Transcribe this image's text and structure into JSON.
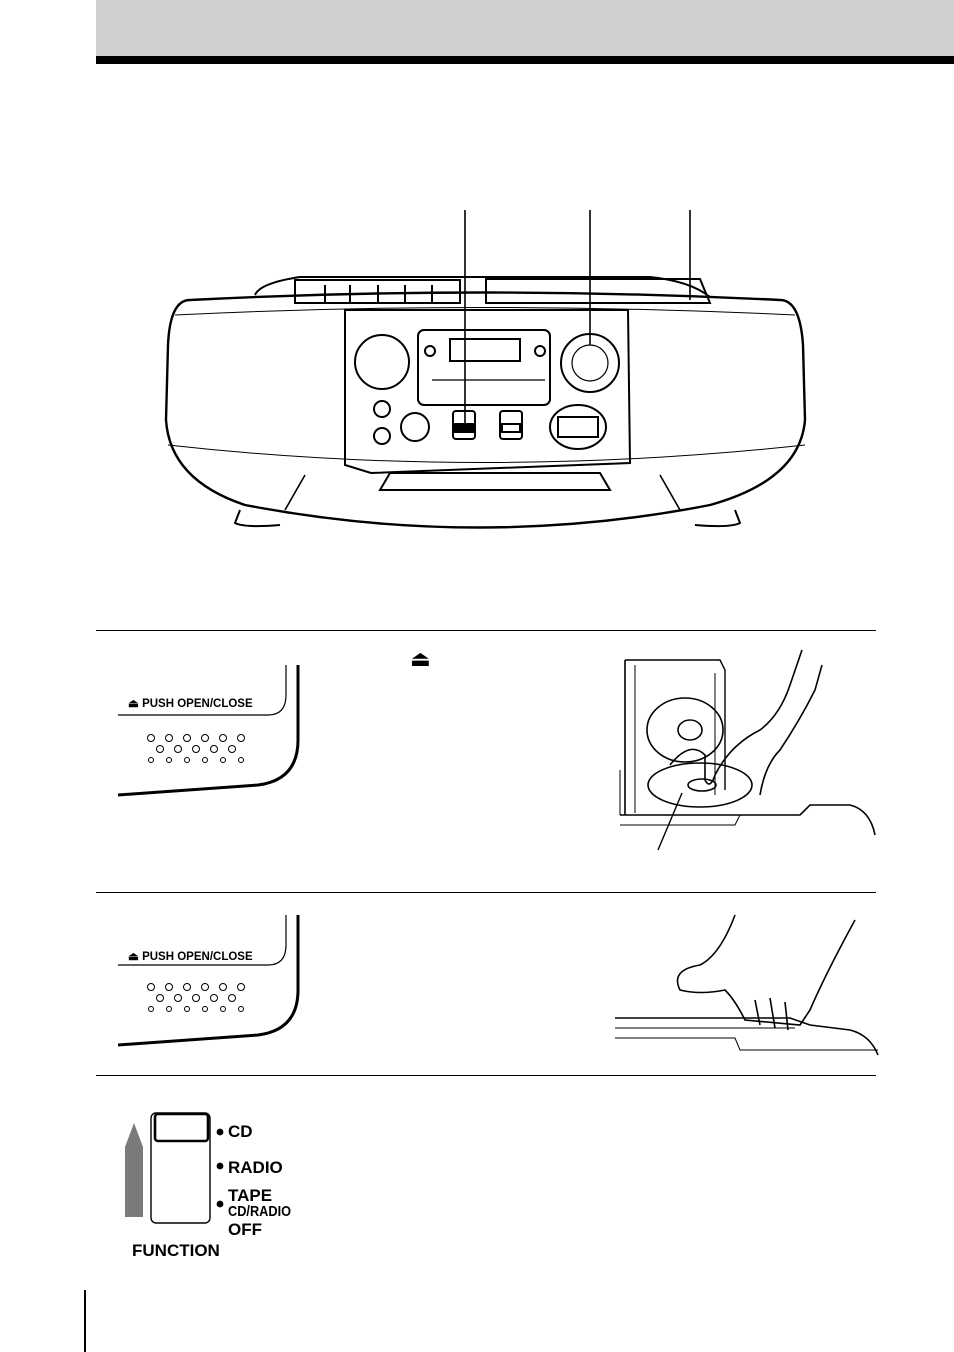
{
  "panel_label": {
    "eject_glyph": "⏏",
    "text": "PUSH OPEN/CLOSE"
  },
  "function_switch": {
    "title": "FUNCTION",
    "positions": [
      "CD",
      "RADIO",
      "TAPE"
    ],
    "off_line1": "CD/RADIO",
    "off_line2": "OFF"
  },
  "step1": {
    "eject_symbol": "⏏"
  },
  "icons": {
    "eject": "eject-icon"
  }
}
